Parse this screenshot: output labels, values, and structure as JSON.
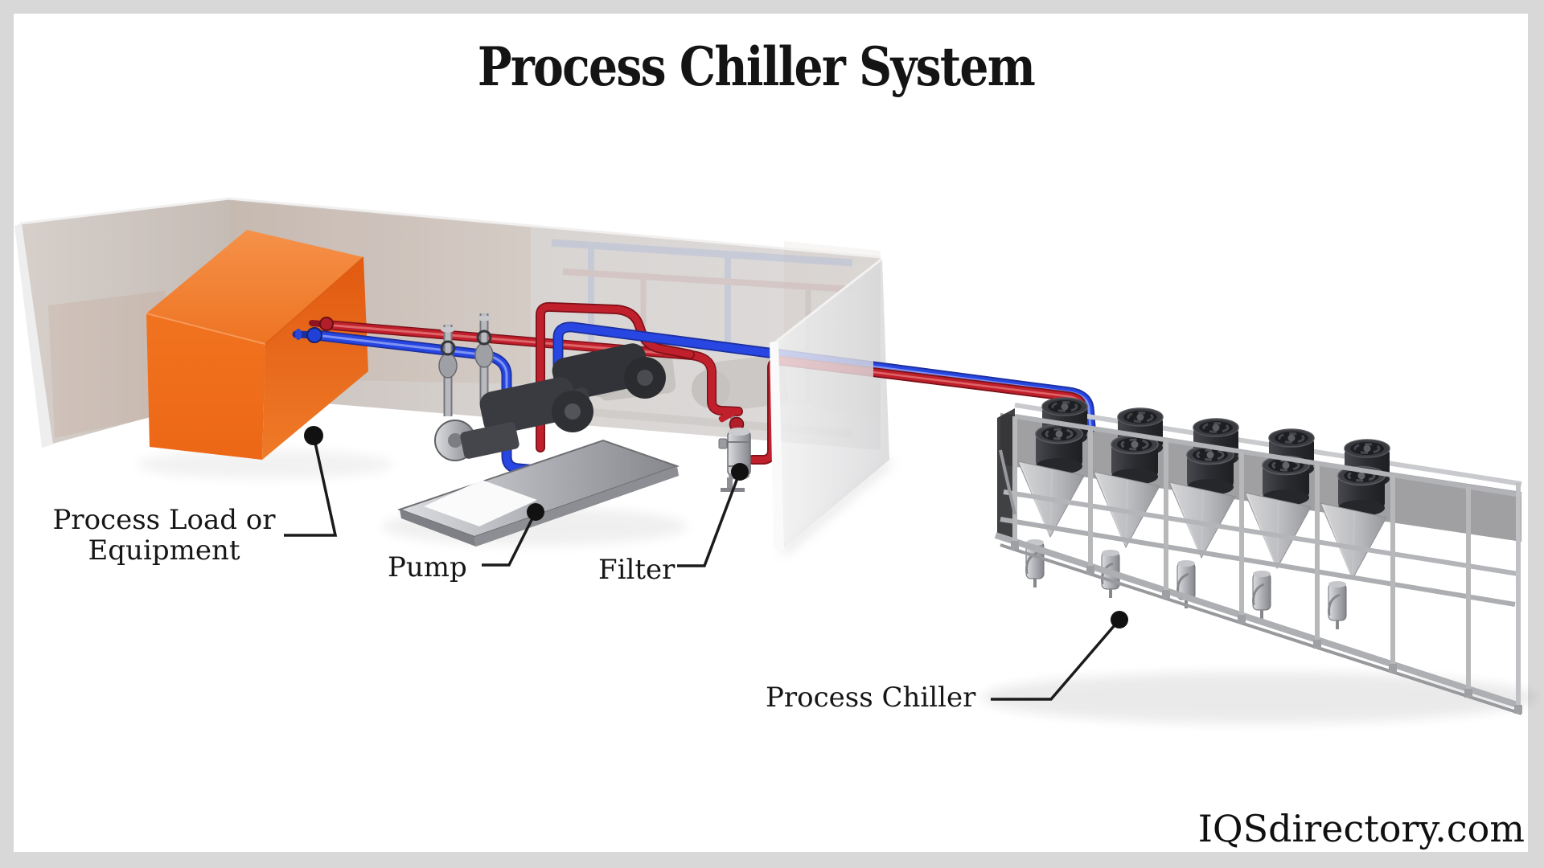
{
  "page": {
    "title": "Process Chiller System",
    "watermark": "IQSdirectory.com"
  },
  "labels": {
    "process_load": {
      "line1": "Process Load or",
      "line2": "Equipment"
    },
    "pump": {
      "text": "Pump"
    },
    "filter": {
      "text": "Filter"
    },
    "process_chiller": {
      "text": "Process Chiller"
    }
  },
  "components": [
    {
      "name": "Process Load or Equipment"
    },
    {
      "name": "Pump"
    },
    {
      "name": "Filter"
    },
    {
      "name": "Process Chiller"
    }
  ],
  "colors": {
    "chilled_supply_pipe_blue": "#2746e2",
    "hot_return_pipe_red": "#c0202c",
    "process_load_box_orange": "#f0701e",
    "wall_gray": "#d6d0cc",
    "chiller_frame_gray": "#b5b6b9",
    "fan_housing_dark": "#2d2e32",
    "outer_border": "#d8d8d8",
    "canvas_white": "#ffffff",
    "label_text": "#161616"
  }
}
